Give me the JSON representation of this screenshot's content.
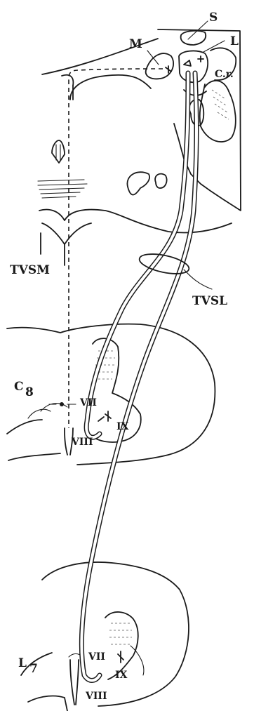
{
  "labels": {
    "s": "S",
    "m": "M",
    "l": "L",
    "cr": "C.r.",
    "tvsm": "TVSM",
    "tvsl": "TVSL",
    "c8_letter": "C",
    "c8_sub": "8",
    "c8_vii": "VII",
    "c8_ix": "IX",
    "c8_viii": "VIII",
    "l7_letter": "L",
    "l7_sub": "7",
    "l7_vii": "VII",
    "l7_ix": "IX",
    "l7_viii": "VIII"
  }
}
